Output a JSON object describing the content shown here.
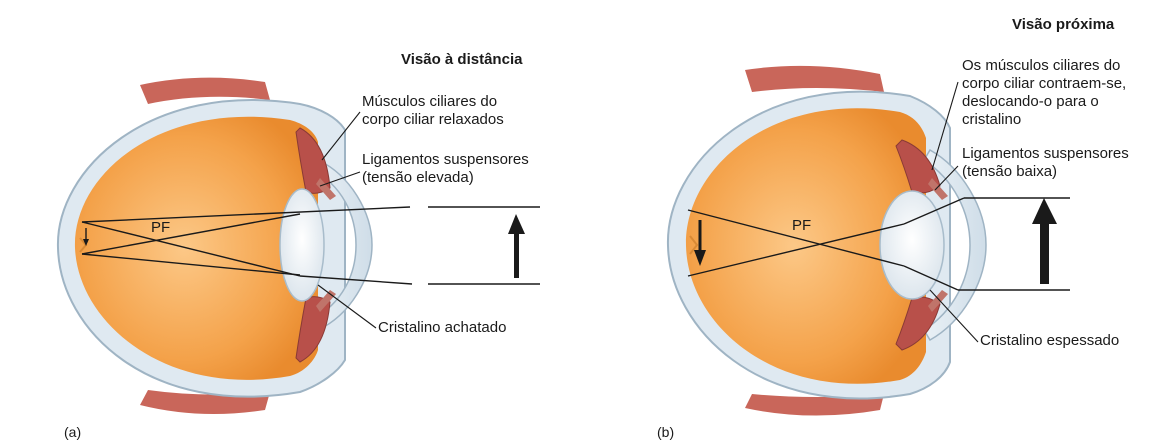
{
  "colors": {
    "sclera": "#dfe9f1",
    "sclera_edge": "#9fb4c4",
    "vitreous": "#f4a24a",
    "vitreous_light": "#fbc27c",
    "muscle": "#b8504a",
    "muscle_light": "#e3a08c",
    "lens": "#eef2f6"
  },
  "panel_a": {
    "tag": "(a)",
    "title": "Visão à distância",
    "focal_label": "PF",
    "ciliary_label": [
      "Músculos ciliares do",
      "corpo ciliar relaxados"
    ],
    "ligament_label": [
      "Ligamentos suspensores",
      "(tensão elevada)"
    ],
    "lens_label": "Cristalino achatado"
  },
  "panel_b": {
    "tag": "(b)",
    "title": "Visão próxima",
    "focal_label": "PF",
    "ciliary_label": [
      "Os músculos ciliares do",
      "corpo ciliar contraem-se,",
      "deslocando-o para o",
      "cristalino"
    ],
    "ligament_label": [
      "Ligamentos suspensores",
      "(tensão baixa)"
    ],
    "lens_label": "Cristalino espessado"
  }
}
